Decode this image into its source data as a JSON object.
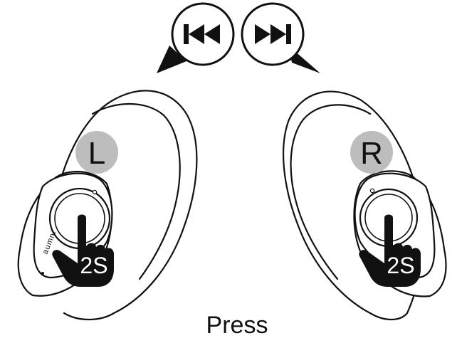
{
  "diagram": {
    "caption": "Press",
    "left_earbud": {
      "side_label": "L",
      "press_label": "2S",
      "brand_text": "aumni",
      "control_icon": "skip-previous-icon"
    },
    "right_earbud": {
      "side_label": "R",
      "press_label": "2S",
      "control_icon": "skip-next-icon"
    },
    "colors": {
      "line": "#111111",
      "badge_fill": "#bdbdbd",
      "badge_text": "#111111",
      "hand_fill": "#111111",
      "hand_text": "#ffffff"
    }
  }
}
